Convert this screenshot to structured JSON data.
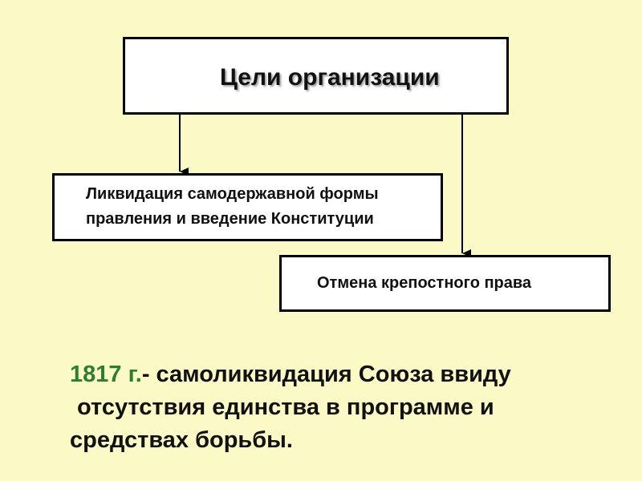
{
  "diagram": {
    "root": {
      "text": "Цели организации"
    },
    "goals": [
      {
        "lines": [
          "Ликвидация самодержавной формы",
          "правления и введение Конституции"
        ]
      },
      {
        "text": "Отмена крепостного права"
      }
    ]
  },
  "note": {
    "year": "1817 г.",
    "rest": "- самоликвидация Союза ввиду",
    "line2": "отсутствия единства в программе и",
    "line3": "средствах борьбы."
  },
  "colors": {
    "background": "#FBFAC6",
    "box_fill": "#FFFFFF",
    "border": "#000000",
    "year_highlight": "#2E7D32"
  }
}
